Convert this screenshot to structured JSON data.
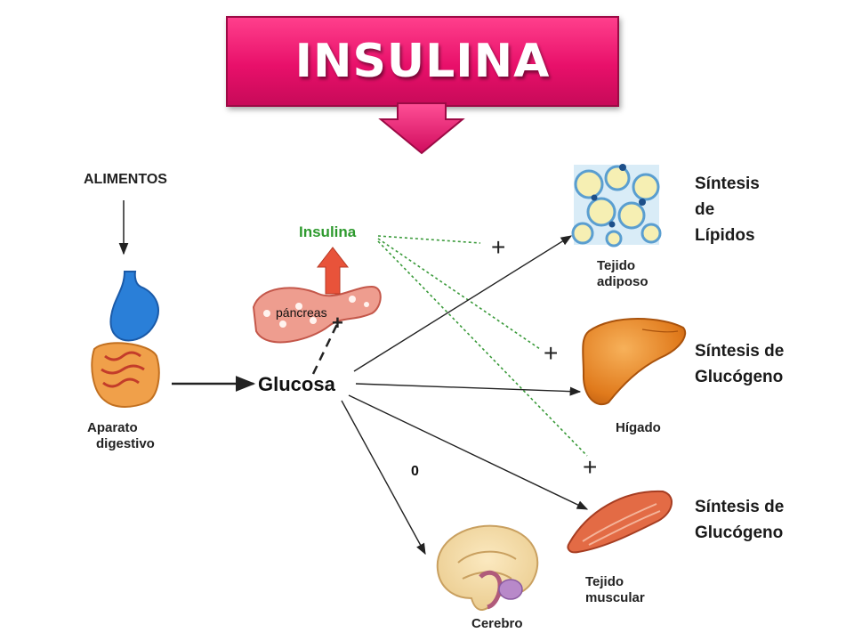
{
  "title": "INSULINA",
  "labels": {
    "alimentos": "ALIMENTOS",
    "aparato": "Aparato",
    "digestivo": "digestivo",
    "insulina": "Insulina",
    "pancreas": "páncreas",
    "glucosa": "Glucosa",
    "tejido_adiposo_1": "Tejido",
    "tejido_adiposo_2": "adiposo",
    "higado": "Hígado",
    "tejido_muscular_1": "Tejido",
    "tejido_muscular_2": "muscular",
    "cerebro": "Cerebro",
    "cero": "0"
  },
  "signs": {
    "pancreas_plus": "+",
    "adiposo_plus": "+",
    "higado_plus": "+",
    "muscular_plus": "+"
  },
  "side_labels": {
    "lipidos": [
      "Síntesis",
      "de",
      "Lípidos"
    ],
    "glucogeno_higado": [
      "Síntesis de",
      "Glucógeno"
    ],
    "glucogeno_musculo": [
      "Síntesis de",
      "Glucógeno"
    ]
  },
  "colors": {
    "title_bg": "#e8106a",
    "insulina_green": "#2e9a2e",
    "arrow_red": "#e8533a",
    "dotted_green": "#3a9a3a"
  },
  "icons": [
    "stomach-intestine-icon",
    "pancreas-icon",
    "adipose-cells-icon",
    "liver-icon",
    "muscle-icon",
    "brain-icon"
  ]
}
